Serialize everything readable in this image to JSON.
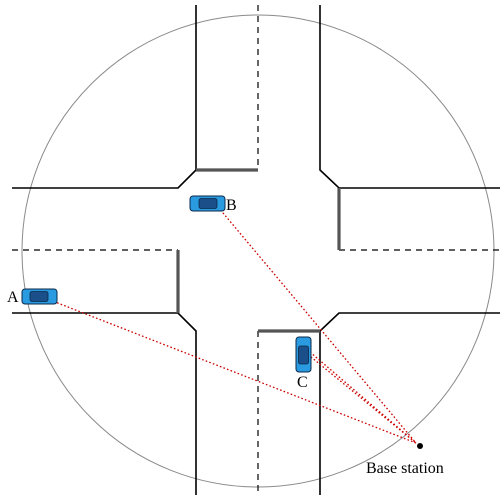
{
  "cars": [
    {
      "id": "A",
      "label": "A"
    },
    {
      "id": "B",
      "label": "B"
    },
    {
      "id": "C",
      "label": "C"
    }
  ],
  "base_station": {
    "label": "Base station"
  },
  "colors": {
    "coverage_circle": "#8a8a8a",
    "road_edge": "#000000",
    "stop_line": "#555555",
    "link_line": "#cc0000",
    "car_body": "#2a9be0",
    "car_window": "#1a4f8a",
    "car_outline": "#0a2a4a"
  }
}
